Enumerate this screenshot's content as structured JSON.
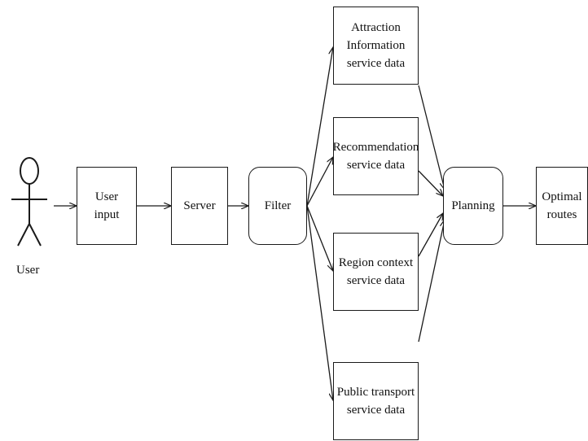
{
  "diagram": {
    "actor": {
      "label": "User"
    },
    "nodes": {
      "user_input": "User\ninput",
      "server": "Server",
      "filter": "Filter",
      "attraction": "Attraction\nInformation\nservice data",
      "recommendation": "Recommendation\nservice data",
      "region": "Region context\nservice data",
      "transport": "Public transport\nservice data",
      "planning": "Planning",
      "optimal": "Optimal\nroutes"
    },
    "edges": [
      [
        "user",
        "user_input"
      ],
      [
        "user_input",
        "server"
      ],
      [
        "server",
        "filter"
      ],
      [
        "filter",
        "attraction"
      ],
      [
        "filter",
        "recommendation"
      ],
      [
        "filter",
        "region"
      ],
      [
        "filter",
        "transport"
      ],
      [
        "attraction",
        "planning"
      ],
      [
        "recommendation",
        "planning"
      ],
      [
        "region",
        "planning"
      ],
      [
        "transport",
        "planning"
      ],
      [
        "planning",
        "optimal"
      ]
    ]
  }
}
